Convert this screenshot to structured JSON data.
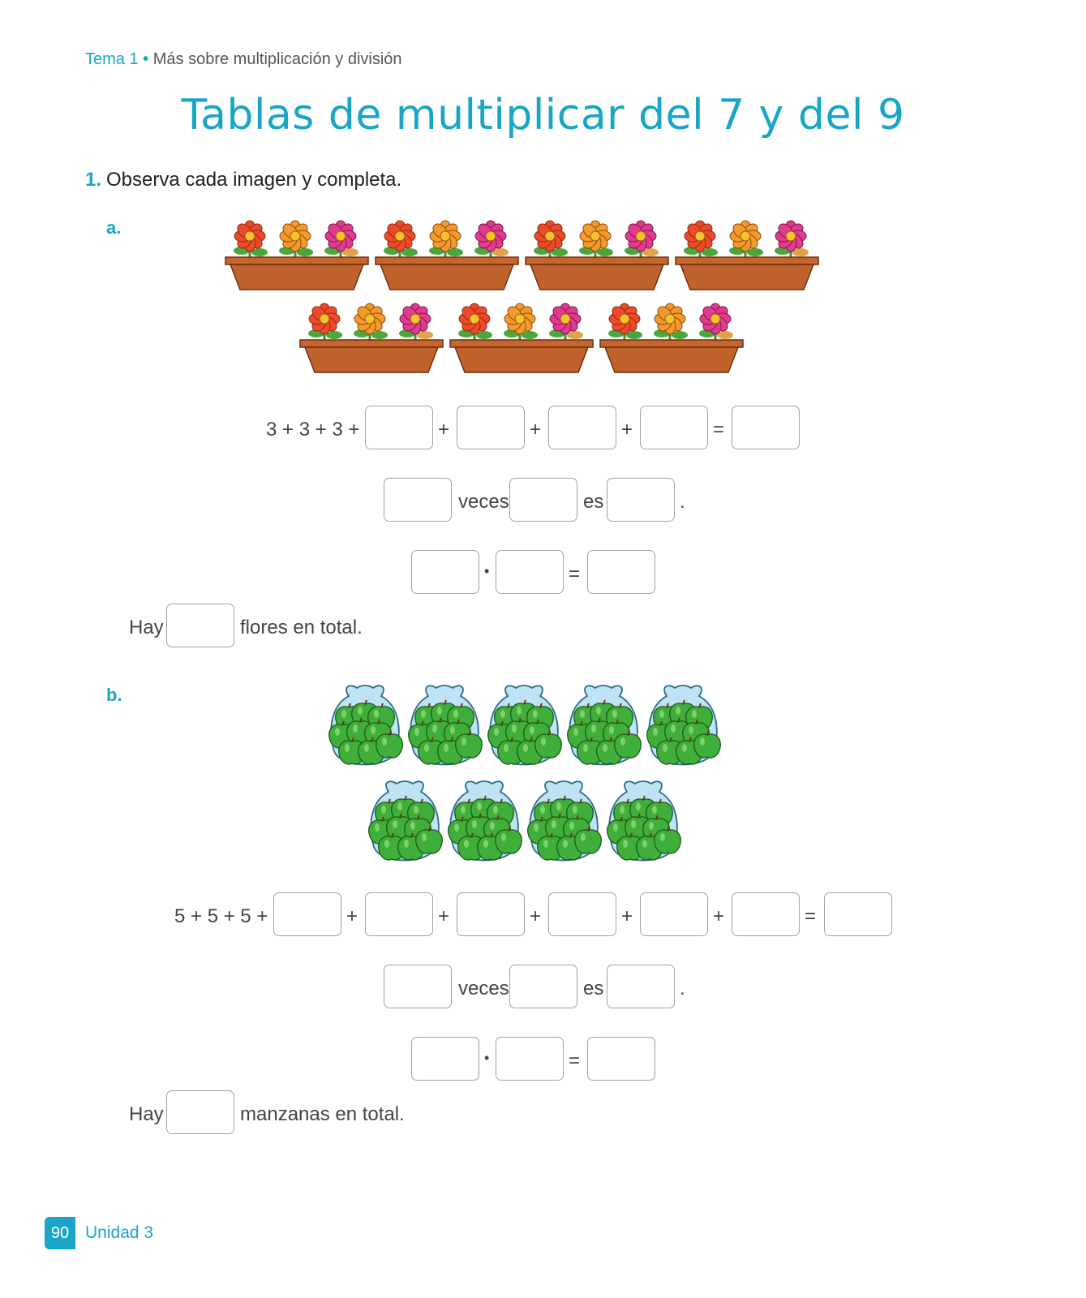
{
  "header": {
    "tema": "Tema 1",
    "separator": "•",
    "subtitle": "Más sobre multiplicación y división"
  },
  "title": "Tablas de multiplicar del 7 y del 9",
  "question": {
    "number": "1.",
    "text": "Observa cada imagen y completa."
  },
  "part_a": {
    "label": "a.",
    "sum_prefix": "3 + 3 + 3 +",
    "plus": "+",
    "equals": "=",
    "veces": "veces",
    "es": "es",
    "period": ".",
    "dot": "•",
    "hay": "Hay",
    "total_suffix": "flores en total."
  },
  "part_b": {
    "label": "b.",
    "sum_prefix": "5 + 5 + 5 +",
    "plus": "+",
    "equals": "=",
    "veces": "veces",
    "es": "es",
    "period": ".",
    "dot": "•",
    "hay": "Hay",
    "total_suffix": "manzanas en total."
  },
  "footer": {
    "page": "90",
    "unit": "Unidad 3"
  },
  "colors": {
    "accent": "#19a5c6",
    "pot": "#c0622b",
    "apple": "#3fae3a",
    "bag": "#a9d8f0"
  }
}
